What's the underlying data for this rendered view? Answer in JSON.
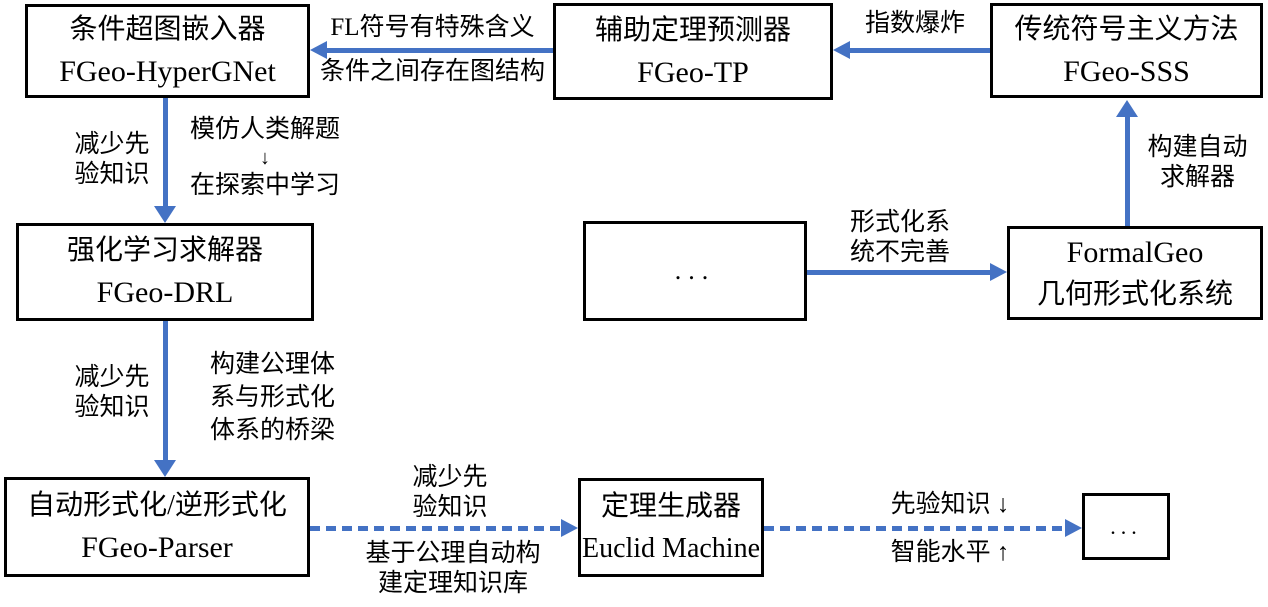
{
  "diagram": {
    "colors": {
      "arrow": "#4472C4",
      "box_border": "#000000",
      "text": "#000000",
      "background": "#ffffff"
    },
    "boxes": {
      "hypergnet": {
        "title": "条件超图嵌入器",
        "subtitle": "FGeo-HyperGNet"
      },
      "tp": {
        "title": "辅助定理预测器",
        "subtitle": "FGeo-TP"
      },
      "sss": {
        "title": "传统符号主义方法",
        "subtitle": "FGeo-SSS"
      },
      "drl": {
        "title": "强化学习求解器",
        "subtitle": "FGeo-DRL"
      },
      "dots_mid": {
        "title": "..."
      },
      "formalgeo": {
        "title": "FormalGeo",
        "subtitle": "几何形式化系统"
      },
      "parser": {
        "title": "自动形式化/逆形式化",
        "subtitle": "FGeo-Parser"
      },
      "euclid": {
        "title": "定理生成器",
        "subtitle": "Euclid Machine"
      },
      "dots_end": {
        "title": "..."
      }
    },
    "labels": {
      "fl_meaning": "FL符号有特殊含义",
      "graph_structure": "条件之间存在图结构",
      "exp_explosion": "指数爆炸",
      "reduce_prior_a": {
        "l1": "减少先",
        "l2": "验知识"
      },
      "mimic": {
        "l1": "模仿人类解题",
        "arrow": "↓",
        "l2": "在探索中学习"
      },
      "incomplete": {
        "l1": "形式化系",
        "l2": "统不完善"
      },
      "build_solver": {
        "l1": "构建自动",
        "l2": "求解器"
      },
      "reduce_prior_b": {
        "l1": "减少先",
        "l2": "验知识"
      },
      "bridge": {
        "l1": "构建公理体",
        "l2": "系与形式化",
        "l3": "体系的桥梁"
      },
      "reduce_prior_c": {
        "l1": "减少先",
        "l2": "验知识"
      },
      "axiom_kb": {
        "l1": "基于公理自动构",
        "l2": "建定理知识库"
      },
      "prior_down": "先验知识 ↓",
      "intel_up": "智能水平 ↑"
    }
  }
}
